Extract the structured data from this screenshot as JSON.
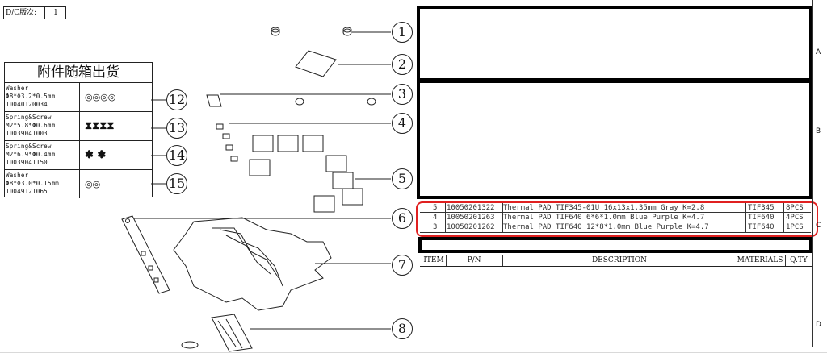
{
  "revision": {
    "label": "D/C版次:",
    "value": "1"
  },
  "accessories": {
    "title": "附件随箱出货",
    "items": [
      {
        "text": "Washer\nΦ8*Φ3.2*0.5mm\n10040120034",
        "symbol": "◎◎◎◎",
        "callout": "12"
      },
      {
        "text": "Spring&Screw\nM2*5.8*Φ0.6mm\n10039041003",
        "symbol": "⧗⧗⧗⧗",
        "callout": "13"
      },
      {
        "text": "Spring&Screw\nM2*6.9*Φ0.4mm\n10039041150",
        "symbol": "✽ ✽",
        "callout": "14"
      },
      {
        "text": "Washer\nΦ8*Φ3.0*0.15mm\n10049121065",
        "symbol": "◎◎",
        "callout": "15"
      }
    ]
  },
  "callouts": [
    "1",
    "2",
    "3",
    "4",
    "5",
    "6",
    "7",
    "8"
  ],
  "bom": {
    "rows": [
      {
        "item": "5",
        "pn": "10050201322",
        "desc": "Thermal PAD TIF345-01U 16x13x1.35mm Gray K=2.8",
        "material": "TIF345",
        "qty": "8PCS"
      },
      {
        "item": "4",
        "pn": "10050201263",
        "desc": "Thermal PAD TIF640 6*6*1.0mm Blue Purple K=4.7",
        "material": "TIF640",
        "qty": "4PCS"
      },
      {
        "item": "3",
        "pn": "10050201262",
        "desc": "Thermal PAD TIF640 12*8*1.0mm Blue Purple K=4.7",
        "material": "TIF640",
        "qty": "1PCS"
      }
    ],
    "headers": {
      "item": "ITEM",
      "pn": "P/N",
      "desc": "DESCRIPTION",
      "material": "MATERIALS",
      "qty": "Q.TY"
    }
  },
  "zones": [
    "A",
    "B",
    "C",
    "D"
  ]
}
